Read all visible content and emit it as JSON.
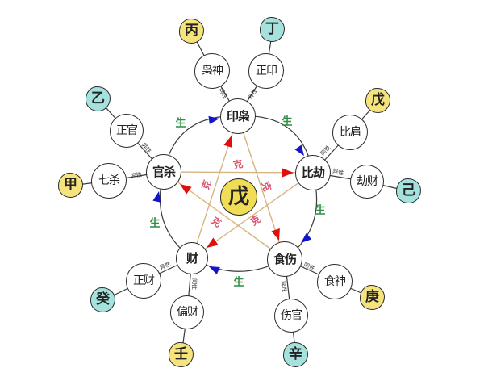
{
  "center": {
    "label": "戊",
    "fill": "#f0dc55"
  },
  "main_nodes": [
    {
      "label": "印枭"
    },
    {
      "label": "比劫"
    },
    {
      "label": "食伤"
    },
    {
      "label": "财"
    },
    {
      "label": "官杀"
    }
  ],
  "gods": [
    {
      "label": "枭神",
      "polarity": "同性",
      "stem": "丙",
      "stem_type": "yang"
    },
    {
      "label": "正印",
      "polarity": "异性",
      "stem": "丁",
      "stem_type": "yin"
    },
    {
      "label": "比肩",
      "polarity": "同性",
      "stem": "戊",
      "stem_type": "yang"
    },
    {
      "label": "劫财",
      "polarity": "异性",
      "stem": "己",
      "stem_type": "yin"
    },
    {
      "label": "食神",
      "polarity": "同性",
      "stem": "庚",
      "stem_type": "yang"
    },
    {
      "label": "伤官",
      "polarity": "异性",
      "stem": "辛",
      "stem_type": "yin"
    },
    {
      "label": "偏财",
      "polarity": "同性",
      "stem": "壬",
      "stem_type": "yang"
    },
    {
      "label": "正财",
      "polarity": "异性",
      "stem": "癸",
      "stem_type": "yin"
    },
    {
      "label": "七杀",
      "polarity": "同性",
      "stem": "甲",
      "stem_type": "yang"
    },
    {
      "label": "正官",
      "polarity": "异性",
      "stem": "乙",
      "stem_type": "yin"
    }
  ],
  "relations": {
    "generate_label": "生",
    "overcome_label": "克",
    "generate_cycle": [
      {
        "from": "官杀",
        "to": "印枭"
      },
      {
        "from": "印枭",
        "to": "比劫"
      },
      {
        "from": "比劫",
        "to": "食伤"
      },
      {
        "from": "食伤",
        "to": "财"
      },
      {
        "from": "财",
        "to": "官杀"
      }
    ],
    "overcome_cycle": [
      {
        "from": "官杀",
        "to": "比劫"
      },
      {
        "from": "印枭",
        "to": "食伤"
      },
      {
        "from": "食伤",
        "to": "官杀"
      },
      {
        "from": "比劫",
        "to": "财"
      },
      {
        "from": "财",
        "to": "印枭"
      }
    ]
  },
  "colors": {
    "yang_stem_fill": "#f5e47e",
    "yin_stem_fill": "#a5e2de",
    "generate_text": "#2f8f45",
    "overcome_text": "#d9566e",
    "generate_arrow": "#1414c8",
    "overcome_arrow": "#dd0f0f",
    "pentagram_line": "#d7b582",
    "connector_line": "#3a3a3a"
  }
}
